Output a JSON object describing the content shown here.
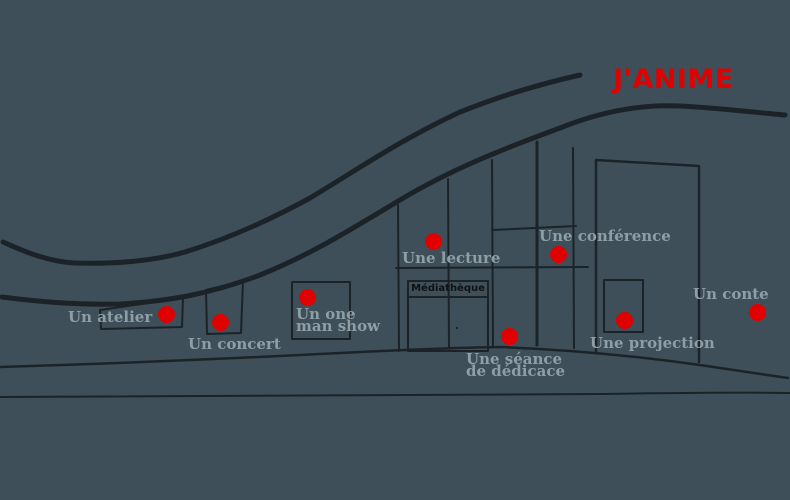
{
  "title": "J'ANIME",
  "building_sign": "Médiathèque",
  "colors": {
    "background": "#3e4f5a",
    "line": "#1b2328",
    "label": "#8f9ea6",
    "accent": "#e00000"
  },
  "activities": [
    {
      "id": "atelier",
      "lines": [
        "Un atelier"
      ]
    },
    {
      "id": "concert",
      "lines": [
        "Un concert"
      ]
    },
    {
      "id": "one-man-show",
      "lines": [
        "Un one",
        "man show"
      ]
    },
    {
      "id": "lecture",
      "lines": [
        "Une lecture"
      ]
    },
    {
      "id": "conference",
      "lines": [
        "Une conférence"
      ]
    },
    {
      "id": "dedicace",
      "lines": [
        "Une séance",
        "de dédicace"
      ]
    },
    {
      "id": "projection",
      "lines": [
        "Une projection"
      ]
    },
    {
      "id": "conte",
      "lines": [
        "Un conte"
      ]
    }
  ]
}
